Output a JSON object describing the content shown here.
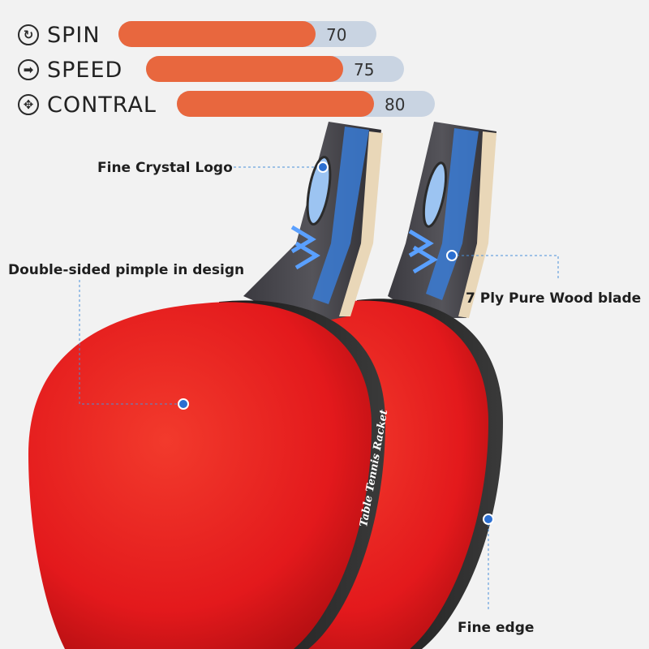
{
  "stats": [
    {
      "icon": "spin-icon",
      "label": "SPIN",
      "value": 70
    },
    {
      "icon": "speed-icon",
      "label": "SPEED",
      "value": 75
    },
    {
      "icon": "control-icon",
      "label": "CONTRAL",
      "value": 80
    }
  ],
  "callouts": {
    "logo": "Fine Crystal Logo",
    "pimple": "Double-sided pimple in design",
    "blade": "7 Ply Pure Wood blade",
    "edge": "Fine edge"
  },
  "racket_edge_text": "Table Tennis Racket",
  "colors": {
    "bar_fill": "#e8673e",
    "bar_track": "#c9d4e2",
    "rubber_red": "#e3191c",
    "handle_blue": "#3a7bd5",
    "marker_blue": "#2b6fd1"
  }
}
